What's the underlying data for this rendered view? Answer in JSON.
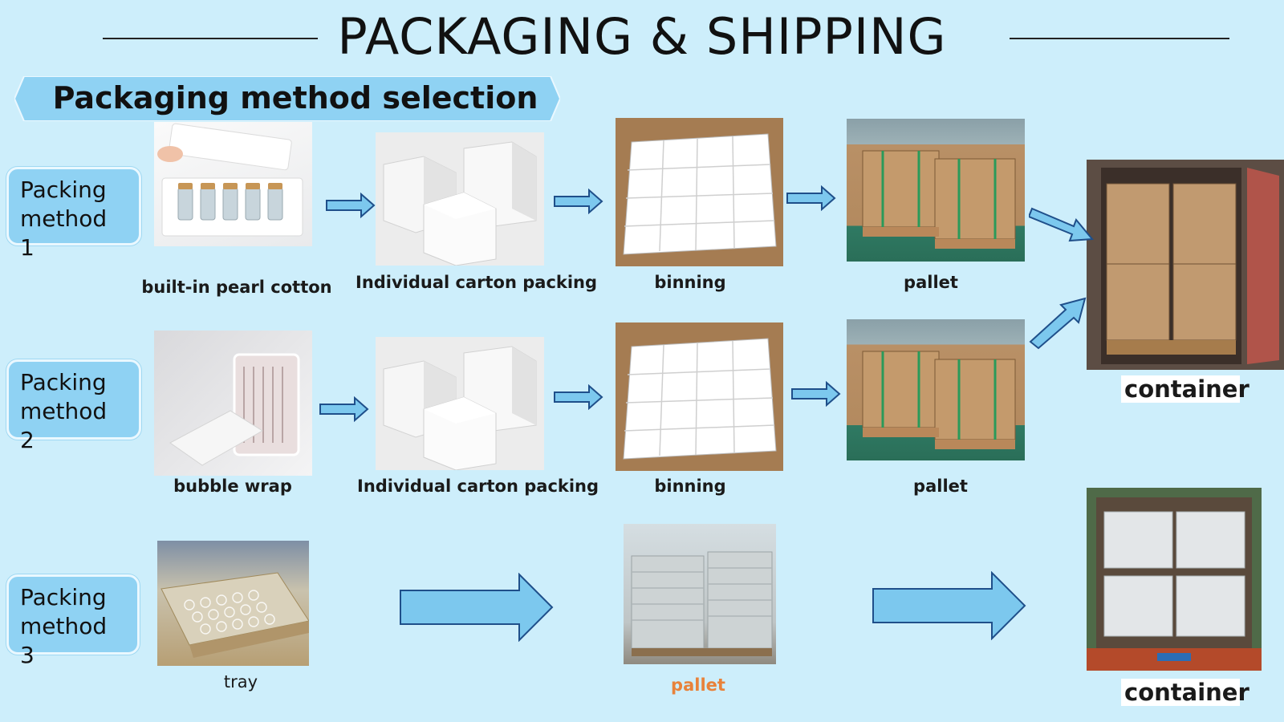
{
  "title": "PACKAGING & SHIPPING",
  "banner": "Packaging method selection",
  "methods": {
    "m1": [
      "Packing",
      "method 1"
    ],
    "m2": [
      "Packing",
      "method 2"
    ],
    "m3": [
      "Packing",
      "method 3"
    ]
  },
  "row1": {
    "c1": "built-in pearl cotton",
    "c2": "Individual carton packing",
    "c3": "binning",
    "c4": "pallet"
  },
  "row2": {
    "c1": "bubble wrap",
    "c2": "Individual carton packing",
    "c3": "binning",
    "c4": "pallet"
  },
  "row3": {
    "c1": "tray",
    "c2": "pallet"
  },
  "container_top": "container",
  "container_bottom": "container",
  "colors": {
    "background": "#cdeefb",
    "accent_blue": "#8fd2f3",
    "arrow_fill": "#7cc8ee",
    "arrow_stroke": "#1f4f8a",
    "pallet_caption": "#e8823a"
  },
  "icons": [
    "arrow-right-icon",
    "arrow-diagonal-down-icon",
    "arrow-diagonal-up-icon"
  ]
}
